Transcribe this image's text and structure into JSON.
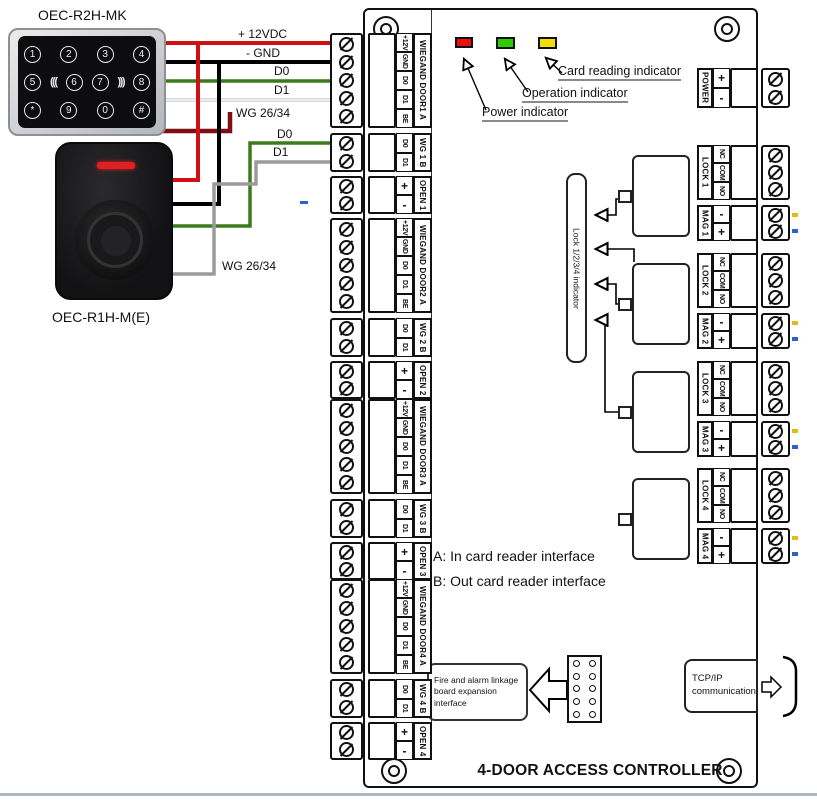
{
  "devices": {
    "keypad": {
      "label": "OEC-R2H-MK",
      "rows": [
        [
          "1",
          "2",
          "3",
          "4"
        ],
        [
          "5",
          "6",
          "7",
          "8"
        ],
        [
          "*",
          "9",
          "0",
          "#"
        ]
      ],
      "wave_left": "(((",
      "wave_right": ")))"
    },
    "reader": {
      "label": "OEC-R1H-M(E)"
    }
  },
  "wires": {
    "plus12_label": "+ 12VDC",
    "gnd_label": "- GND",
    "keypad_d0_label": "D0",
    "keypad_d1_label": "D1",
    "keypad_wg_label": "WG 26/34",
    "reader_d0_label": "D0",
    "reader_d1_label": "D1",
    "reader_wg_label": "WG 26/34",
    "colors": {
      "plus12": "#d01010",
      "gnd": "#000000",
      "d0": "#3c7a1e",
      "d1": "#ffffff",
      "wiegand_cable": "#7e0d15",
      "reader_d1": "#9b9b9b"
    }
  },
  "leds": {
    "power": {
      "label": "Power indicator",
      "color": "#e81010"
    },
    "operation": {
      "label": "Operation indicator",
      "color": "#2ecc00"
    },
    "card": {
      "label": "Card reading indicator",
      "color": "#f0e000"
    }
  },
  "board": {
    "title": "4-DOOR ACCESS CONTROLLER",
    "power": {
      "name": "POWER",
      "pins": [
        "+",
        "-"
      ]
    },
    "doors": [
      {
        "wiegand_name": "WIEGAND DOOR1 A",
        "wiegand_pins": [
          "+12V",
          "GND",
          "D0",
          "D1",
          "BE"
        ],
        "wg_name": "WG 1 B",
        "wg_pins": [
          "D0",
          "D1"
        ],
        "open_name": "OPEN 1",
        "open_pins": [
          "+",
          "-"
        ]
      },
      {
        "wiegand_name": "WIEGAND DOOR2 A",
        "wiegand_pins": [
          "+12V",
          "GND",
          "D0",
          "D1",
          "BE"
        ],
        "wg_name": "WG 2 B",
        "wg_pins": [
          "D0",
          "D1"
        ],
        "open_name": "OPEN 2",
        "open_pins": [
          "+",
          "-"
        ]
      },
      {
        "wiegand_name": "WIEGAND DOOR3 A",
        "wiegand_pins": [
          "+12V",
          "GND",
          "D0",
          "D1",
          "BE"
        ],
        "wg_name": "WG 3 B",
        "wg_pins": [
          "D0",
          "D1"
        ],
        "open_name": "OPEN 3",
        "open_pins": [
          "+",
          "-"
        ]
      },
      {
        "wiegand_name": "WIEGAND DOOR4 A",
        "wiegand_pins": [
          "+12V",
          "GND",
          "D0",
          "D1",
          "BE"
        ],
        "wg_name": "WG 4 B",
        "wg_pins": [
          "D0",
          "D1"
        ],
        "open_name": "OPEN 4",
        "open_pins": [
          "+",
          "-"
        ]
      }
    ],
    "locks": [
      {
        "lock_name": "LOCK 1",
        "lock_pins": [
          "NC",
          "COM",
          "NO"
        ],
        "mag_name": "MAG 1",
        "mag_pins": [
          "-",
          "+"
        ]
      },
      {
        "lock_name": "LOCK 2",
        "lock_pins": [
          "NC",
          "COM",
          "NO"
        ],
        "mag_name": "MAG 2",
        "mag_pins": [
          "-",
          "+"
        ]
      },
      {
        "lock_name": "LOCK 3",
        "lock_pins": [
          "NC",
          "COM",
          "NO"
        ],
        "mag_name": "MAG 3",
        "mag_pins": [
          "-",
          "+"
        ]
      },
      {
        "lock_name": "LOCK 4",
        "lock_pins": [
          "NC",
          "COM",
          "NO"
        ],
        "mag_name": "MAG 4",
        "mag_pins": [
          "-",
          "+"
        ]
      }
    ],
    "lock_indicator_label": "Lock 1/2/3/4 indicator",
    "notes": {
      "a": "A: In card reader interface",
      "b": "B: Out card reader interface"
    },
    "fire_box": {
      "line1": "Fire and alarm linkage",
      "line2": "board expansion interface"
    },
    "tcpip_box": {
      "line1": "TCP/IP",
      "line2": "communication"
    }
  }
}
